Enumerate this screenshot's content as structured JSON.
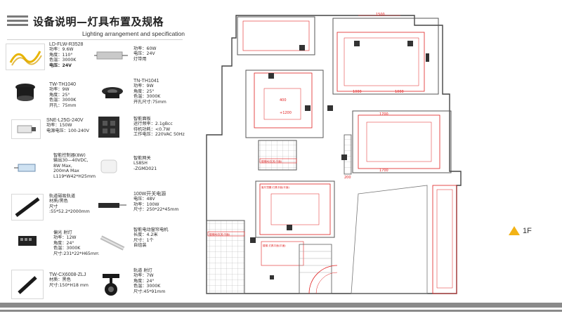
{
  "header": {
    "title_cn": "设备说明—灯具布置及规格",
    "title_en": "Lighting arrangement and specification"
  },
  "specs": {
    "led_strip": {
      "name": "LD-FLW-R3528",
      "lines": [
        "功率：9.6W",
        "角度：110°",
        "色温：3000K"
      ],
      "bold": "电压：24V"
    },
    "driver_60w": {
      "lines": [
        "功率：60W",
        "电压：24V",
        "灯带用"
      ]
    },
    "tw_th1040": {
      "name": "TW-TH1040",
      "lines": [
        "功率：9W",
        "角度：25°",
        "色温：3000K",
        "开孔：75mm"
      ]
    },
    "tn_th1041": {
      "name": "TN-TH1041",
      "lines": [
        "功率：9W",
        "角度：25°",
        "色温：3000K",
        "开孔尺寸:75mm"
      ]
    },
    "sne_l25g": {
      "name": "SNE-L25G-240V",
      "lines": [
        "功率：150W",
        "电源电压：100-240V"
      ]
    },
    "smart_panel": {
      "lines": [
        "智能面板",
        "运行频率：2.1gBcc",
        "待机功耗：<0.7W",
        "工作电压：220VAC  50Hz"
      ]
    },
    "dimmer_driver": {
      "lines": [
        "智能控制器(8W)",
        "输出30—40VDC,",
        "8W Max,",
        "200mA Max",
        "L119*W42*H25mm"
      ]
    },
    "smart_sensor": {
      "lines": [
        "智能网关",
        "LS8SH",
        "-ZGMD021"
      ]
    },
    "magnet_track": {
      "lines": [
        "轨道磁吸轨道",
        "材质/黑色",
        "尺寸",
        ":55*52.2*2000mm"
      ]
    },
    "psu_100w": {
      "name": "100W开关电源",
      "lines": [
        "电压：48V",
        "功率：100W",
        "尺寸：250*22*45mm"
      ]
    },
    "flood_light": {
      "lines": [
        "偏光 射灯",
        "功率：12W",
        "角度：24°",
        "色温：3000K",
        "尺寸:231*22*H65mm"
      ]
    },
    "track_motor": {
      "lines": [
        "智能电动窗帘电机",
        "长度：4.2米",
        "尺寸：1个",
        "自组装"
      ]
    },
    "tw_cx6008": {
      "name": "TW-CX6008-ZLJ",
      "lines": [
        "材质：黑色",
        "尺寸:150*H18 mm"
      ]
    },
    "rail_spot": {
      "lines": [
        "轨道 射灯",
        "功率：7W",
        "角度：24°",
        "色温：3000K",
        "尺寸:45*91mm"
      ]
    }
  },
  "plan": {
    "dim_1500": "1500",
    "dim_1000a": "1000",
    "dim_1000b": "1000",
    "dim_1700a": "1700",
    "dim_1700b": "1700",
    "dim_400": "400",
    "dim_1200": "+1200",
    "dim_200": "200",
    "label_room_a": "楼梯间/玄关(平面)",
    "label_room_b": "楼梯间/玄关(平面)",
    "label_room_c": "客厅顶棚 灯具平面(平面)",
    "label_room_d": "楼梯 灯具平面(平面)"
  },
  "floor": {
    "label": "1F"
  }
}
